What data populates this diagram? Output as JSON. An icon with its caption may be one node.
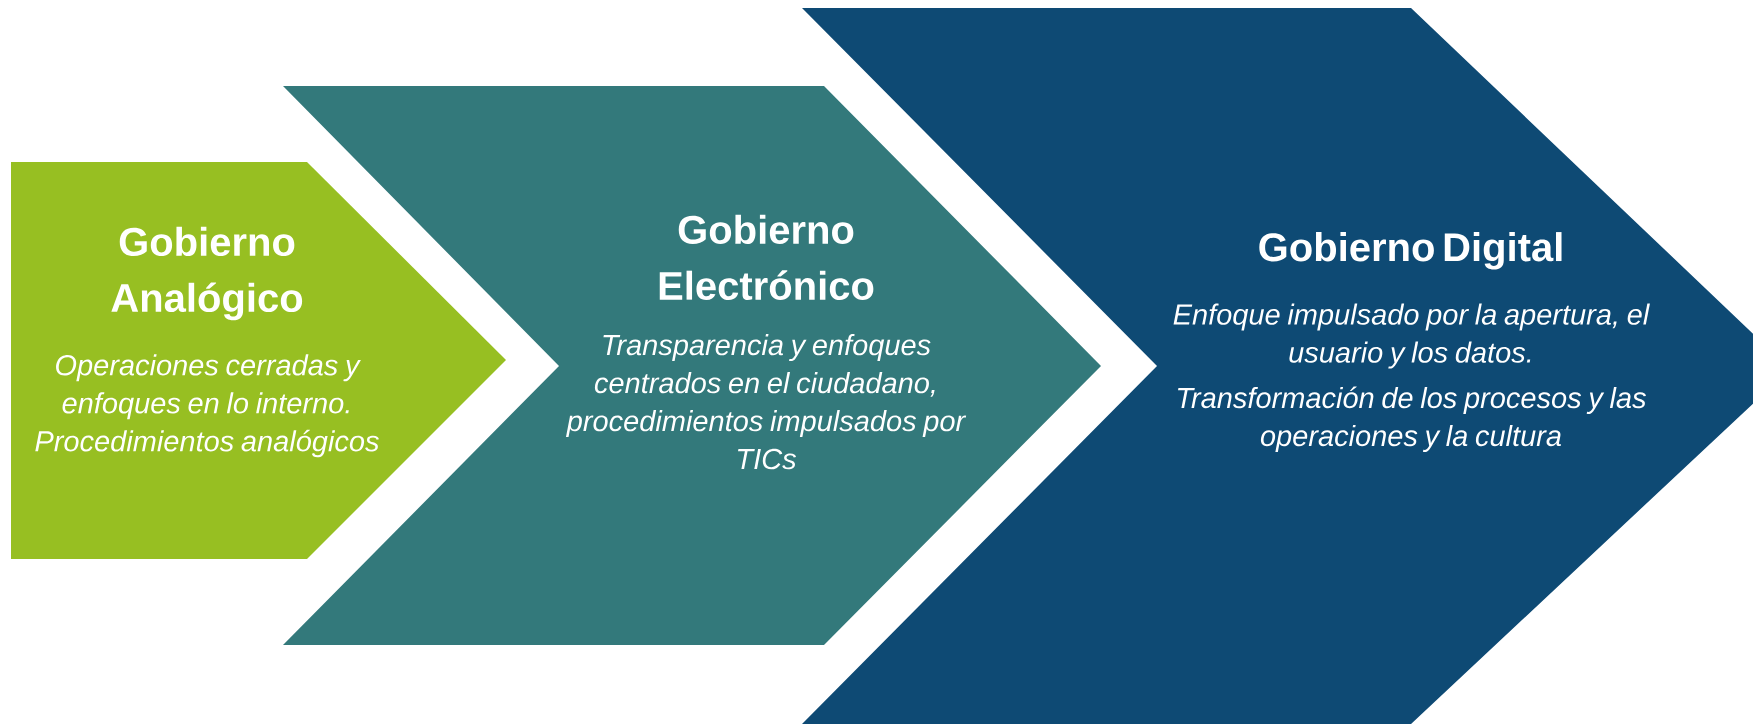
{
  "diagram": {
    "nodes": [
      {
        "text": [
          "Gobierno Analógico",
          "Operaciones cerradas y enfoques en lo interno. Procedimientos analógicos"
        ]
      },
      {
        "text": [
          "Gobierno Electrónico",
          "Transparencia y enfoques centrados en el ciudadano, procedimientos impulsados por TICs"
        ]
      },
      {
        "text": [
          "Gobierno Digital",
          "Enfoque impulsado por la apertura, el usuario y los datos.",
          "Transformación de los procesos y las operaciones y la cultura"
        ]
      }
    ]
  }
}
